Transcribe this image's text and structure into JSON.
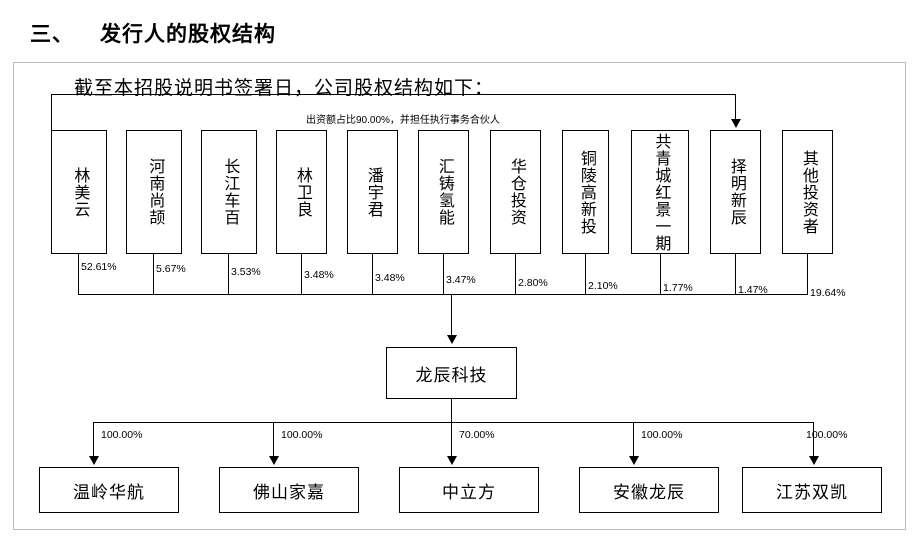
{
  "heading": {
    "number": "三、",
    "text": "发行人的股权结构"
  },
  "chart_data": {
    "type": "diagram",
    "title": "截至本招股说明书签署日，公司股权结构如下：",
    "note": "出资额占比90.00%，并担任执行事务合伙人",
    "company": "龙辰科技",
    "shareholders": [
      {
        "name": "林美云",
        "percent": "52.61%"
      },
      {
        "name": "河南尚颉",
        "percent": "5.67%"
      },
      {
        "name": "长江车百",
        "percent": "3.53%"
      },
      {
        "name": "林卫良",
        "percent": "3.48%"
      },
      {
        "name": "潘宇君",
        "percent": "3.48%"
      },
      {
        "name": "汇铸氢能",
        "percent": "3.47%"
      },
      {
        "name": "华仓投资",
        "percent": "2.80%"
      },
      {
        "name": "铜陵高新投",
        "percent": "2.10%"
      },
      {
        "name": "共青城红景一期",
        "percent": "1.77%"
      },
      {
        "name": "择明新辰",
        "percent": "1.47%"
      },
      {
        "name": "其他投资者",
        "percent": "19.64%"
      }
    ],
    "subsidiaries": [
      {
        "name": "温岭华航",
        "percent": "100.00%"
      },
      {
        "name": "佛山家嘉",
        "percent": "100.00%"
      },
      {
        "name": "中立方",
        "percent": "70.00%"
      },
      {
        "name": "安徽龙辰",
        "percent": "100.00%"
      },
      {
        "name": "江苏双凯",
        "percent": "100.00%"
      }
    ]
  }
}
